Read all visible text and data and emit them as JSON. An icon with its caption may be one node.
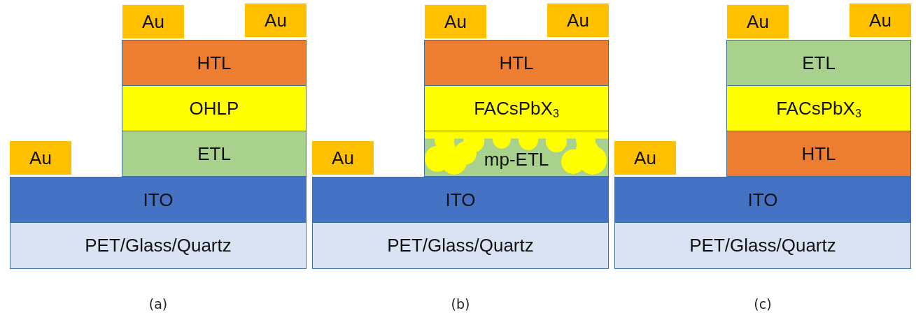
{
  "diagram": {
    "nodes": [
      {
        "text": [
          "Au"
        ]
      },
      {
        "text": [
          "Au"
        ]
      },
      {
        "text": [
          "HTL"
        ]
      },
      {
        "text": [
          "OHLP"
        ]
      },
      {
        "text": [
          "ETL"
        ]
      },
      {
        "text": [
          "Au"
        ]
      },
      {
        "text": [
          "ITO"
        ]
      },
      {
        "text": [
          "PET/Glass/Quartz"
        ]
      },
      {
        "text": [
          "Au"
        ]
      },
      {
        "text": [
          "Au"
        ]
      },
      {
        "text": [
          "HTL"
        ]
      },
      {
        "text": [
          "FACsPbX$_{3}$"
        ]
      },
      {
        "text": [
          "mp-ETL"
        ]
      },
      {
        "text": [
          "Au"
        ]
      },
      {
        "text": [
          "ITO"
        ]
      },
      {
        "text": [
          "PET/Glass/Quartz"
        ]
      },
      {
        "text": [
          "Au"
        ]
      },
      {
        "text": [
          "Au"
        ]
      },
      {
        "text": [
          "ETL"
        ]
      },
      {
        "text": [
          "FACsPbX$_{3}$"
        ]
      },
      {
        "text": [
          "HTL"
        ]
      },
      {
        "text": [
          "Au"
        ]
      },
      {
        "text": [
          "ITO"
        ]
      },
      {
        "text": [
          "PET/Glass/Quartz"
        ]
      }
    ],
    "labels": [
      "(a)",
      "(b)",
      "(c)"
    ]
  }
}
